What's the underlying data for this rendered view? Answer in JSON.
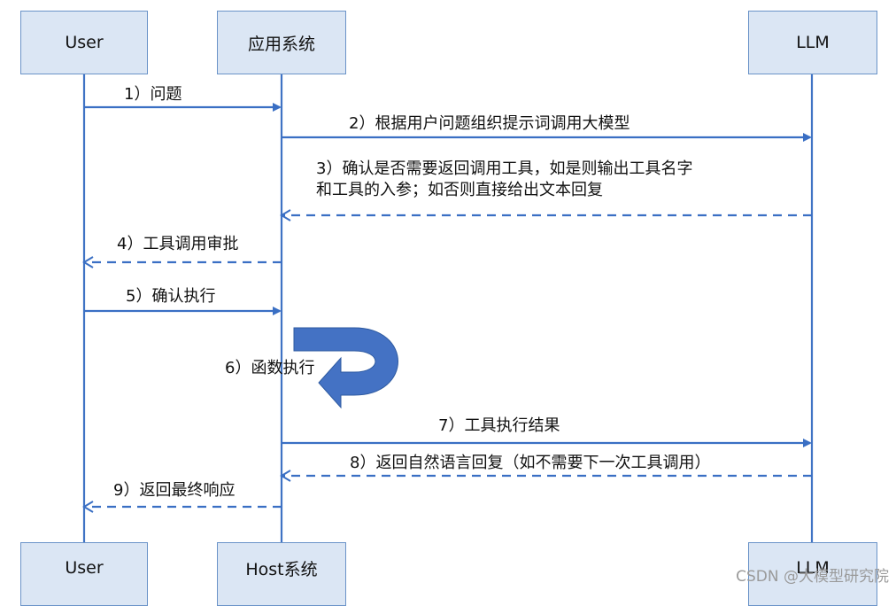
{
  "actors_top": [
    {
      "label": "User"
    },
    {
      "label": "应用系统"
    },
    {
      "label": "LLM"
    }
  ],
  "actors_bottom": [
    {
      "label": "User"
    },
    {
      "label": "Host系统"
    },
    {
      "label": "LLM"
    }
  ],
  "messages": [
    {
      "label": "1）问题",
      "from": "user",
      "to": "app",
      "style": "solid"
    },
    {
      "label": "2）根据用户问题组织提示词调用大模型",
      "from": "app",
      "to": "llm",
      "style": "solid"
    },
    {
      "label": "3）确认是否需要返回调用工具，如是则输出工具名字\n和工具的入参；如否则直接给出文本回复",
      "from": "llm",
      "to": "app",
      "style": "dashed"
    },
    {
      "label": "4）工具调用审批",
      "from": "app",
      "to": "user",
      "style": "dashed"
    },
    {
      "label": "5）确认执行",
      "from": "user",
      "to": "app",
      "style": "solid"
    },
    {
      "label": "6）函数执行",
      "from": "app",
      "to": "app",
      "style": "self"
    },
    {
      "label": "7）工具执行结果",
      "from": "app",
      "to": "llm",
      "style": "solid"
    },
    {
      "label": "8）返回自然语言回复（如不需要下一次工具调用）",
      "from": "llm",
      "to": "app",
      "style": "dashed"
    },
    {
      "label": "9）返回最终响应",
      "from": "app",
      "to": "user",
      "style": "dashed"
    }
  ],
  "watermark": "CSDN @大模型研究院",
  "colors": {
    "actor_fill": "#dbe6f4",
    "actor_border": "#6a93c8",
    "lifeline": "#3f73c4",
    "arrow": "#3a6fc4",
    "self_arrow": "#4472c4"
  }
}
